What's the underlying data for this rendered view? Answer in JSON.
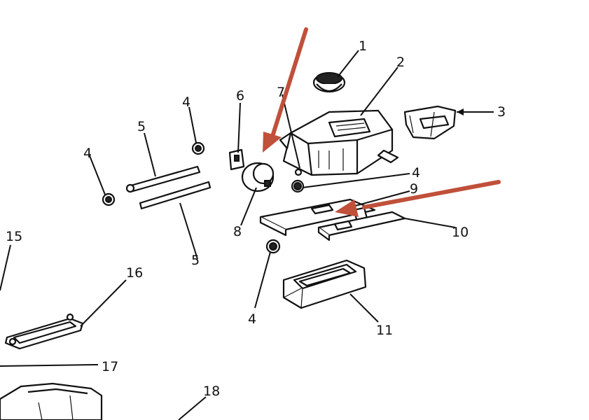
{
  "callouts": {
    "c1": "1",
    "c2": "2",
    "c3": "3",
    "c4a": "4",
    "c4b": "4",
    "c4c": "4",
    "c4d": "4",
    "c5a": "5",
    "c5b": "5",
    "c6": "6",
    "c7": "7",
    "c8": "8",
    "c9": "9",
    "c10": "10",
    "c11": "11",
    "c15": "15",
    "c16": "16",
    "c17": "17",
    "c18": "18"
  },
  "colors": {
    "highlight_arrow": "#c0503a",
    "line": "#111111",
    "background": "#ffffff"
  }
}
